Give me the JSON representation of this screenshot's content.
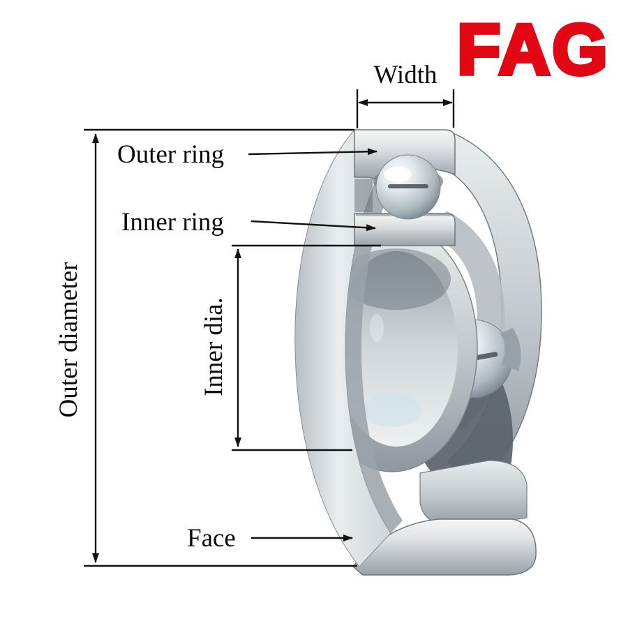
{
  "brand": {
    "logo_text": "FAG",
    "color": "#e30613"
  },
  "diagram": {
    "labels": {
      "width": "Width",
      "outer_ring": "Outer ring",
      "inner_ring": "Inner ring",
      "inner_dia": "Inner dia.",
      "outer_diameter": "Outer diameter",
      "face": "Face"
    },
    "colors": {
      "line": "#111111",
      "metal_light": "#f4f6f7",
      "metal_mid": "#c3cacf",
      "metal_dark": "#8f979e",
      "background": "#ffffff"
    }
  }
}
